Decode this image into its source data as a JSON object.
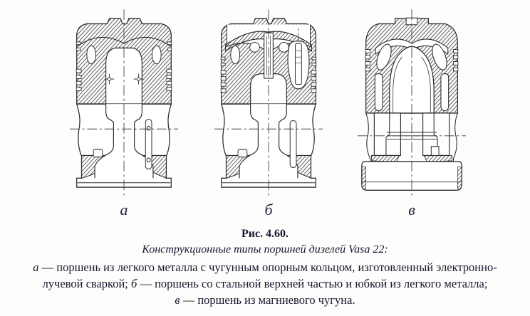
{
  "figure": {
    "panels": [
      {
        "label": "а"
      },
      {
        "label": "б"
      },
      {
        "label": "в"
      }
    ],
    "caption": {
      "number": "Рис. 4.60.",
      "title": "Конструкционные типы поршней дизелей Vasa 22:",
      "line1_item": "а",
      "line1_text": " — поршень из легкого металла с чугунным опорным кольцом, изготовленный электронно-",
      "line2_pre": "лучевой сваркой; ",
      "line2_item": "б",
      "line2_text": " — поршень со стальной верхней частью и юбкой из легкого металла;",
      "line3_item": "в",
      "line3_text": " — поршень из магниевого чугуна."
    },
    "colors": {
      "ink": "#2e2e34",
      "hatch": "#55555c",
      "text": "#16162e",
      "paper": "#fdfdfc"
    }
  }
}
